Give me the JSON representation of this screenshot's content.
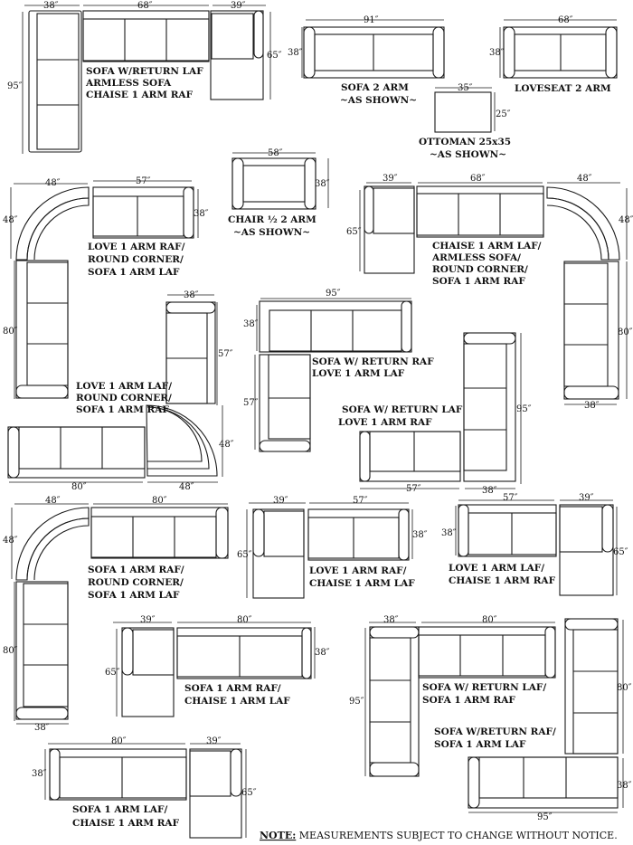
{
  "dimensions": {
    "d1": "38″",
    "d2": "68″",
    "d3": "39″",
    "d4": "95″",
    "d5": "65″",
    "d6": "91″",
    "d7": "38″",
    "d8": "68″",
    "d9": "38″",
    "d10": "35″",
    "d11": "25″",
    "d12": "58″",
    "d13": "38″",
    "d14": "48″",
    "d15": "48″",
    "d16": "57″",
    "d17": "38″",
    "d18": "80″",
    "d19": "39″",
    "d20": "68″",
    "d21": "48″",
    "d22": "65″",
    "d23": "48″",
    "d24": "80″",
    "d25": "38″",
    "d26": "38″",
    "d27": "57″",
    "d28": "80″",
    "d29": "48″",
    "d30": "48″",
    "d31": "95″",
    "d32": "38″",
    "d33": "57″",
    "d34": "95″",
    "d35": "57″",
    "d36": "38″",
    "d37": "48″",
    "d38": "80″",
    "d39": "48″",
    "d40": "80″",
    "d41": "38″",
    "d42": "39″",
    "d43": "57″",
    "d44": "65″",
    "d45": "38″",
    "d46": "57″",
    "d47": "39″",
    "d48": "38″",
    "d49": "65″",
    "d50": "39″",
    "d51": "80″",
    "d52": "65″",
    "d53": "38″",
    "d54": "38″",
    "d55": "80″",
    "d56": "95″",
    "d57": "80″",
    "d58": "38″",
    "d59": "95″",
    "d60": "80″",
    "d61": "39″",
    "d62": "38″",
    "d63": "65″"
  },
  "labels": {
    "l1a": "SOFA W/RETURN LAF",
    "l1b": "ARMLESS SOFA",
    "l1c": "CHAISE 1 ARM RAF",
    "l2a": "SOFA 2 ARM",
    "l2b": "~AS SHOWN~",
    "l3": "LOVESEAT 2 ARM",
    "l4a": "OTTOMAN 25x35",
    "l4b": "~AS SHOWN~",
    "l5a": "CHAIR ½ 2 ARM",
    "l5b": "~AS SHOWN~",
    "l6a": "LOVE 1 ARM RAF/",
    "l6b": "ROUND CORNER/",
    "l6c": "SOFA 1 ARM LAF",
    "l7a": "CHAISE 1 ARM LAF/",
    "l7b": "ARMLESS SOFA/",
    "l7c": "ROUND CORNER/",
    "l7d": "SOFA 1 ARM RAF",
    "l8a": "LOVE 1 ARM LAF/",
    "l8b": "ROUND CORNER/",
    "l8c": "SOFA 1 ARM RAF",
    "l9a": "SOFA W/ RETURN RAF",
    "l9b": "LOVE 1 ARM LAF",
    "l10a": "SOFA  W/ RETURN LAF",
    "l10b": "LOVE 1 ARM  RAF",
    "l11a": "SOFA 1 ARM RAF/",
    "l11b": "ROUND CORNER/",
    "l11c": "SOFA 1 ARM LAF",
    "l12a": "LOVE 1 ARM RAF/",
    "l12b": "CHAISE 1 ARM LAF",
    "l13a": "LOVE 1 ARM LAF/",
    "l13b": "CHAISE 1 ARM RAF",
    "l14a": "SOFA 1 ARM RAF/",
    "l14b": "CHAISE 1 ARM LAF",
    "l15a": "SOFA W/  RETURN LAF/",
    "l15b": "SOFA 1 ARM RAF",
    "l16a": "SOFA W/RETURN RAF/",
    "l16b": "SOFA 1 ARM LAF",
    "l17a": "SOFA 1 ARM LAF/",
    "l17b": "CHAISE 1 ARM RAF"
  },
  "note": {
    "label": "NOTE:",
    "text": " MEASUREMENTS SUBJECT TO CHANGE WITHOUT NOTICE."
  }
}
